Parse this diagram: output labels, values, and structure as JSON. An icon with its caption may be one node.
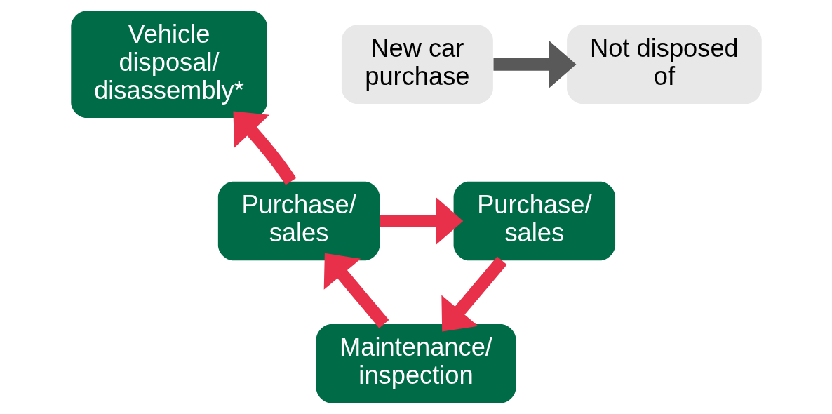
{
  "diagram": {
    "nodes": [
      {
        "text": [
          "Vehicle disposal/ disassembly*"
        ]
      },
      {
        "text": [
          "New car purchase"
        ]
      },
      {
        "text": [
          "Not disposed of"
        ]
      },
      {
        "text": [
          "Purchase/ sales"
        ]
      },
      {
        "text": [
          "Purchase/ sales"
        ]
      },
      {
        "text": [
          "Maintenance/ inspection"
        ]
      }
    ],
    "edges": [
      {
        "from": 1,
        "to": 2,
        "arrow": "to",
        "color": "#595959"
      },
      {
        "from": 3,
        "to": 4,
        "arrow": "to"
      },
      {
        "from": 4,
        "to": 5,
        "arrow": "to"
      },
      {
        "from": 5,
        "to": 3,
        "arrow": "to"
      },
      {
        "from": 3,
        "to": 0,
        "arrow": "to"
      }
    ]
  }
}
